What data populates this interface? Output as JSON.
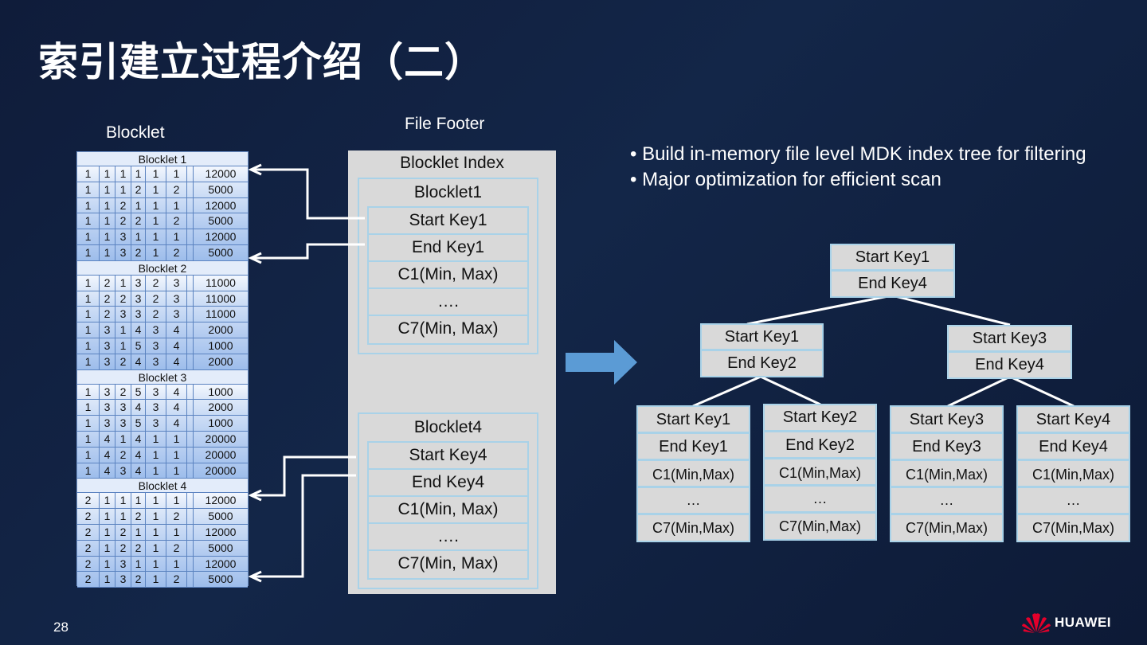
{
  "slide": {
    "title": "索引建立过程介绍（二）",
    "page_number": "28",
    "logo_text": "HUAWEI"
  },
  "blocklet_section": {
    "label": "Blocklet",
    "blocklets": [
      {
        "title": "Blocklet 1",
        "rows": [
          [
            "1",
            "1",
            "1",
            "1",
            "1",
            "1",
            "12000"
          ],
          [
            "1",
            "1",
            "1",
            "2",
            "1",
            "2",
            "5000"
          ],
          [
            "1",
            "1",
            "2",
            "1",
            "1",
            "1",
            "12000"
          ],
          [
            "1",
            "1",
            "2",
            "2",
            "1",
            "2",
            "5000"
          ],
          [
            "1",
            "1",
            "3",
            "1",
            "1",
            "1",
            "12000"
          ],
          [
            "1",
            "1",
            "3",
            "2",
            "1",
            "2",
            "5000"
          ]
        ]
      },
      {
        "title": "Blocklet 2",
        "rows": [
          [
            "1",
            "2",
            "1",
            "3",
            "2",
            "3",
            "11000"
          ],
          [
            "1",
            "2",
            "2",
            "3",
            "2",
            "3",
            "11000"
          ],
          [
            "1",
            "2",
            "3",
            "3",
            "2",
            "3",
            "11000"
          ],
          [
            "1",
            "3",
            "1",
            "4",
            "3",
            "4",
            "2000"
          ],
          [
            "1",
            "3",
            "1",
            "5",
            "3",
            "4",
            "1000"
          ],
          [
            "1",
            "3",
            "2",
            "4",
            "3",
            "4",
            "2000"
          ]
        ]
      },
      {
        "title": "Blocklet 3",
        "rows": [
          [
            "1",
            "3",
            "2",
            "5",
            "3",
            "4",
            "1000"
          ],
          [
            "1",
            "3",
            "3",
            "4",
            "3",
            "4",
            "2000"
          ],
          [
            "1",
            "3",
            "3",
            "5",
            "3",
            "4",
            "1000"
          ],
          [
            "1",
            "4",
            "1",
            "4",
            "1",
            "1",
            "20000"
          ],
          [
            "1",
            "4",
            "2",
            "4",
            "1",
            "1",
            "20000"
          ],
          [
            "1",
            "4",
            "3",
            "4",
            "1",
            "1",
            "20000"
          ]
        ]
      },
      {
        "title": "Blocklet 4",
        "rows": [
          [
            "2",
            "1",
            "1",
            "1",
            "1",
            "1",
            "12000"
          ],
          [
            "2",
            "1",
            "1",
            "2",
            "1",
            "2",
            "5000"
          ],
          [
            "2",
            "1",
            "2",
            "1",
            "1",
            "1",
            "12000"
          ],
          [
            "2",
            "1",
            "2",
            "2",
            "1",
            "2",
            "5000"
          ],
          [
            "2",
            "1",
            "3",
            "1",
            "1",
            "1",
            "12000"
          ],
          [
            "2",
            "1",
            "3",
            "2",
            "1",
            "2",
            "5000"
          ]
        ]
      }
    ]
  },
  "file_footer": {
    "label": "File Footer",
    "index_title": "Blocklet Index",
    "groups": [
      {
        "title": "Blocklet1",
        "items": [
          "Start Key1",
          "End Key1",
          "C1(Min, Max)",
          "….",
          "C7(Min, Max)"
        ]
      },
      {
        "title": "Blocklet4",
        "items": [
          "Start Key4",
          "End Key4",
          "C1(Min, Max)",
          "….",
          "C7(Min, Max)"
        ]
      }
    ]
  },
  "bullets": [
    "• Build in-memory file level MDK index tree for filtering",
    "• Major optimization for efficient scan"
  ],
  "tree": {
    "root": [
      "Start Key1",
      "End Key4"
    ],
    "level1": [
      [
        "Start Key1",
        "End Key2"
      ],
      [
        "Start Key3",
        "End Key4"
      ]
    ],
    "leaves": [
      [
        "Start Key1",
        "End Key1",
        "C1(Min,Max)",
        "…",
        "C7(Min,Max)"
      ],
      [
        "Start Key2",
        "End Key2",
        "C1(Min,Max)",
        "…",
        "C7(Min,Max)"
      ],
      [
        "Start Key3",
        "End Key3",
        "C1(Min,Max)",
        "…",
        "C7(Min,Max)"
      ],
      [
        "Start Key4",
        "End Key4",
        "C1(Min,Max)",
        "…",
        "C7(Min,Max)"
      ]
    ]
  },
  "colors": {
    "background": "#132648",
    "arrow": "#5b9bd5",
    "box_fill": "#d9d9d9",
    "box_border": "#a9d2e8",
    "huawei_red": "#e4002b"
  }
}
